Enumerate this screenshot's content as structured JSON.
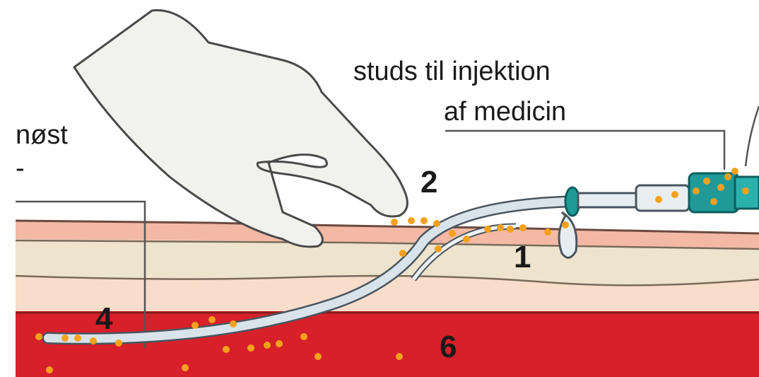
{
  "labels": {
    "top_text_line1": "studs til injektion",
    "top_text_line2": "af medicin",
    "left_text": "nøst",
    "left_dash": "-",
    "n1": "1",
    "n2": "2",
    "n4": "4",
    "n6": "6"
  },
  "colors": {
    "blood": "#d7202a",
    "skin_surface": "#f3b9a4",
    "dermis": "#eee3cd",
    "subcutis": "#f8ddca",
    "catheter": "#d9e4ea",
    "valve": "#1f9a98",
    "particles": "#f6a11d",
    "hand": "#f1f1ee",
    "leader": "#555555"
  }
}
